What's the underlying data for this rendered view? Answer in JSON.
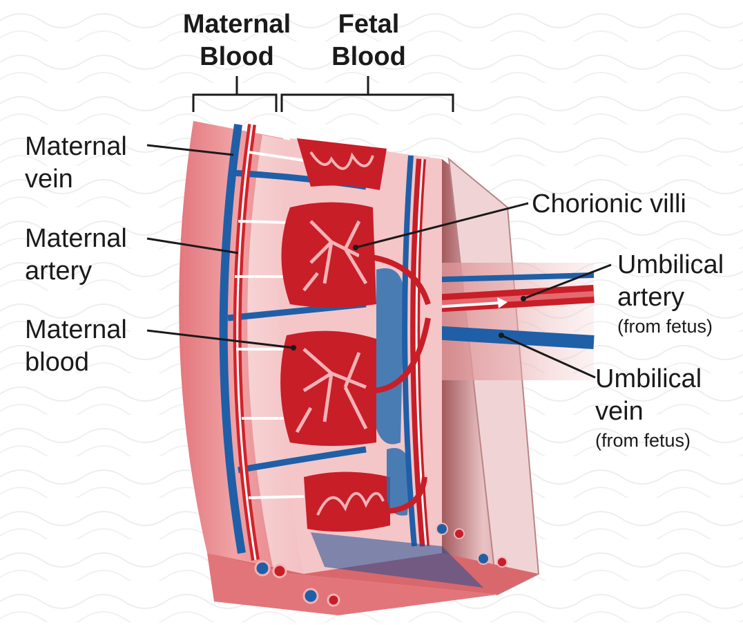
{
  "headers": {
    "maternal_blood": [
      "Maternal",
      "Blood"
    ],
    "fetal_blood": [
      "Fetal",
      "Blood"
    ]
  },
  "labels": {
    "maternal_vein": [
      "Maternal",
      "vein"
    ],
    "maternal_artery": [
      "Maternal",
      "artery"
    ],
    "maternal_blood": [
      "Maternal",
      "blood"
    ],
    "chorionic_villi": "Chorionic villi",
    "umbilical_artery": [
      "Umbilical",
      "artery",
      "(from fetus)"
    ],
    "umbilical_vein": [
      "Umbilical",
      "vein",
      "(from fetus)"
    ]
  },
  "colors": {
    "tissue": "#e88a8e",
    "tissue_light": "#f6cfd1",
    "artery": "#d2232a",
    "vein": "#1f5fa8",
    "villi": "#c81e28",
    "shadow": "#8c4a4c"
  }
}
